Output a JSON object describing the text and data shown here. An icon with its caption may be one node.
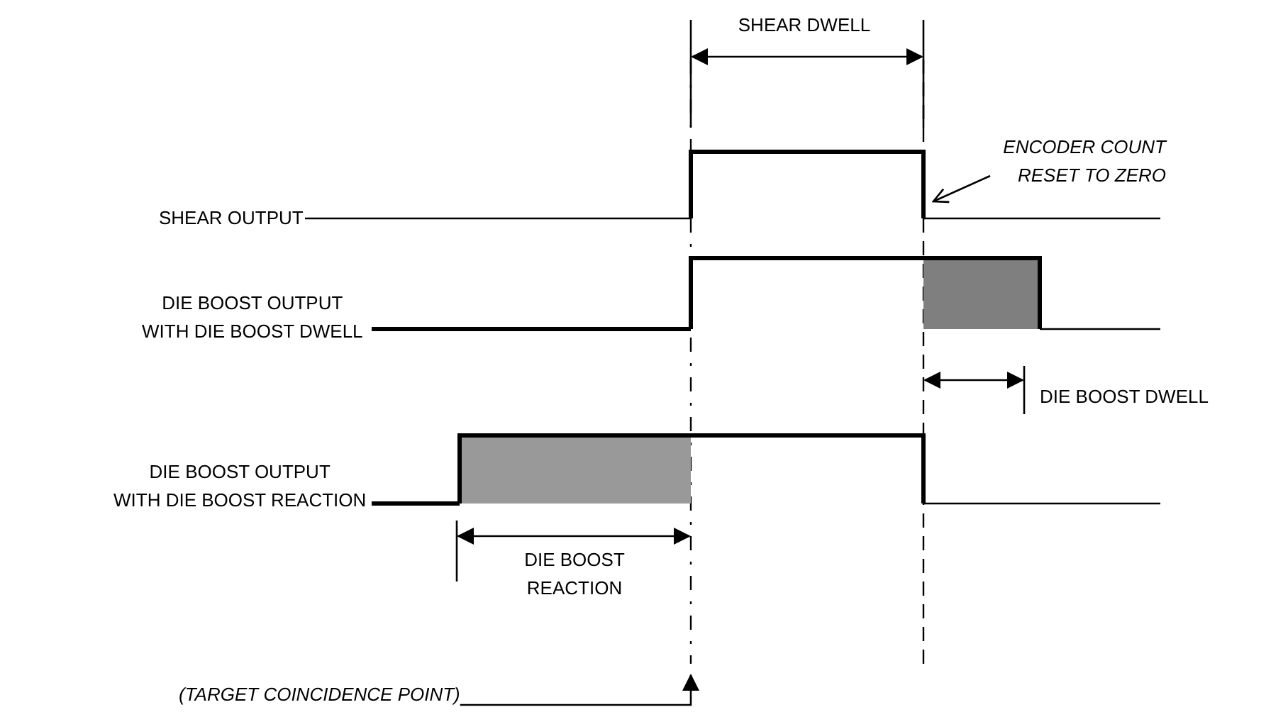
{
  "diagram": {
    "nodes": [
      {
        "text": [
          "SHEAR OUTPUT"
        ]
      },
      {
        "text": [
          "DIE BOOST OUTPUT WITH DIE BOOST DWELL"
        ]
      },
      {
        "text": [
          "DIE BOOST OUTPUT WITH DIE BOOST REACTION"
        ]
      },
      {
        "text": [
          "ENCODER COUNT RESET TO ZERO"
        ]
      },
      {
        "text": [
          "(TARGET COINCIDENCE POINT)"
        ]
      },
      {
        "text": [],
        "shape": "waveform"
      },
      {
        "text": [],
        "shape": "waveform"
      },
      {
        "text": [],
        "shape": "waveform"
      }
    ],
    "edges": [
      {
        "from": 3,
        "to": 5,
        "arrow": "to"
      },
      {
        "from": 4,
        "to": null,
        "arrow": "to"
      }
    ],
    "labels": [
      "SHEAR DWELL",
      "DIE BOOST DWELL",
      "DIE BOOST REACTION"
    ]
  }
}
